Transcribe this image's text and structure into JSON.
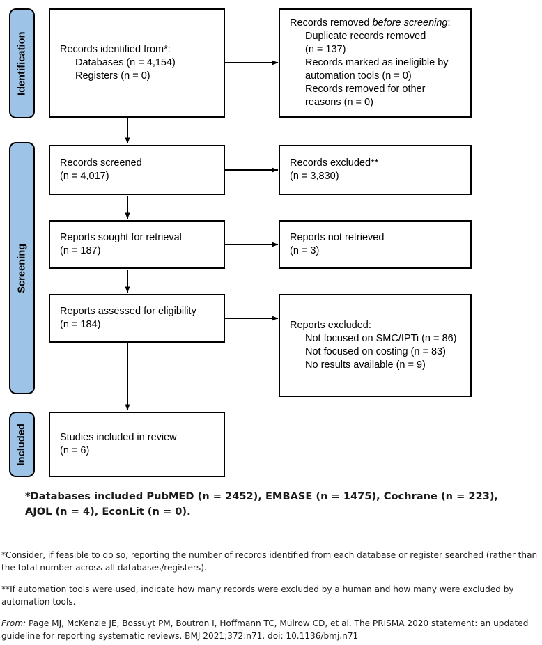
{
  "diagram": {
    "title": "PRISMA 2020 flow diagram",
    "accent_color": "#9DC3E6",
    "border_color": "#000000",
    "stages": [
      {
        "id": "identification",
        "label": "Identification"
      },
      {
        "id": "screening",
        "label": "Screening"
      },
      {
        "id": "included",
        "label": "Included"
      }
    ],
    "boxes": {
      "identified": {
        "heading": "Records identified from*:",
        "lines": [
          "Databases (n = 4,154)",
          "Registers (n = 0)"
        ]
      },
      "removed": {
        "heading_plain": "Records removed ",
        "heading_italic": "before screening",
        "heading_suffix": ":",
        "lines": [
          "Duplicate records removed",
          "(n = 137)",
          "Records marked as ineligible by",
          "automation tools (n = 0)",
          "Records removed for other",
          "reasons (n = 0)"
        ]
      },
      "screened": {
        "heading": "Records screened",
        "lines": [
          "(n = 4,017)"
        ]
      },
      "excluded": {
        "heading": "Records excluded**",
        "lines": [
          "(n = 3,830)"
        ]
      },
      "sought": {
        "heading": "Reports sought for retrieval",
        "lines": [
          "(n = 187)"
        ]
      },
      "not_retrieved": {
        "heading": "Reports not retrieved",
        "lines": [
          "(n = 3)"
        ]
      },
      "assessed": {
        "heading": "Reports assessed for eligibility",
        "lines": [
          "(n = 184)"
        ]
      },
      "reports_excluded": {
        "heading": "Reports excluded:",
        "lines": [
          "Not focused on SMC/IPTi (n = 86)",
          "Not focused on costing (n = 83)",
          "No results available (n = 9)"
        ]
      },
      "studies_included": {
        "heading": "Studies included in review",
        "lines": [
          "(n = 6)"
        ]
      }
    }
  },
  "footnotes": {
    "databases_note": "*Databases included PubMED (n = 2452), EMBASE (n = 1475), Cochrane (n = 223), AJOL (n = 4), EconLit (n = 0).",
    "single_star": "*Consider, if feasible to do so, reporting the number of records identified from each database or register searched (rather than the total number across all databases/registers).",
    "double_star": "**If automation tools were used, indicate how many records were excluded by a human and how many were excluded by automation tools.",
    "citation_label": "From:",
    "citation_text": " Page MJ, McKenzie JE, Bossuyt PM, Boutron I, Hoffmann TC, Mulrow CD, et al. The PRISMA 2020 statement: an updated guideline for reporting systematic reviews. BMJ 2021;372:n71. doi: 10.1136/bmj.n71"
  }
}
